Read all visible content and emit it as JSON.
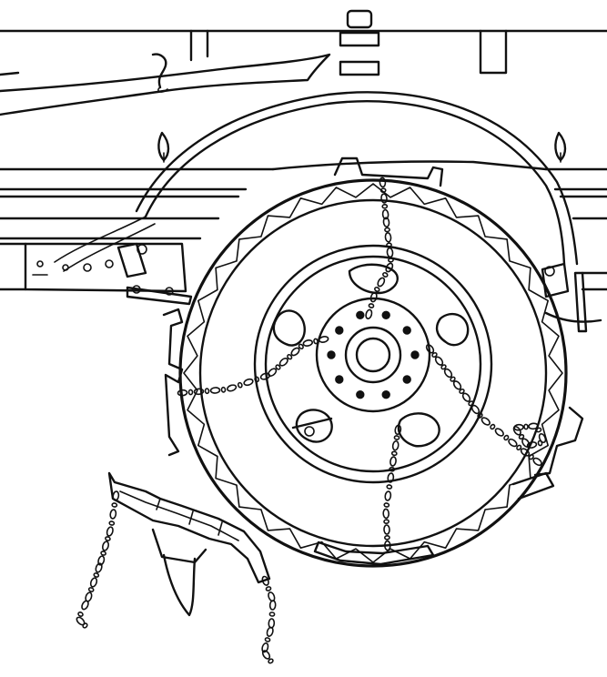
{
  "figure": {
    "type": "line-drawing",
    "subject": "tire-chain-on-rear-wheel",
    "colors": {
      "ink": "#111111",
      "paper": "#ffffff"
    },
    "parts": [
      "vehicle-frame",
      "fender",
      "tire",
      "wheel-rim",
      "hub",
      "tire-chain",
      "chain-tightener",
      "spare-chain-link"
    ]
  }
}
